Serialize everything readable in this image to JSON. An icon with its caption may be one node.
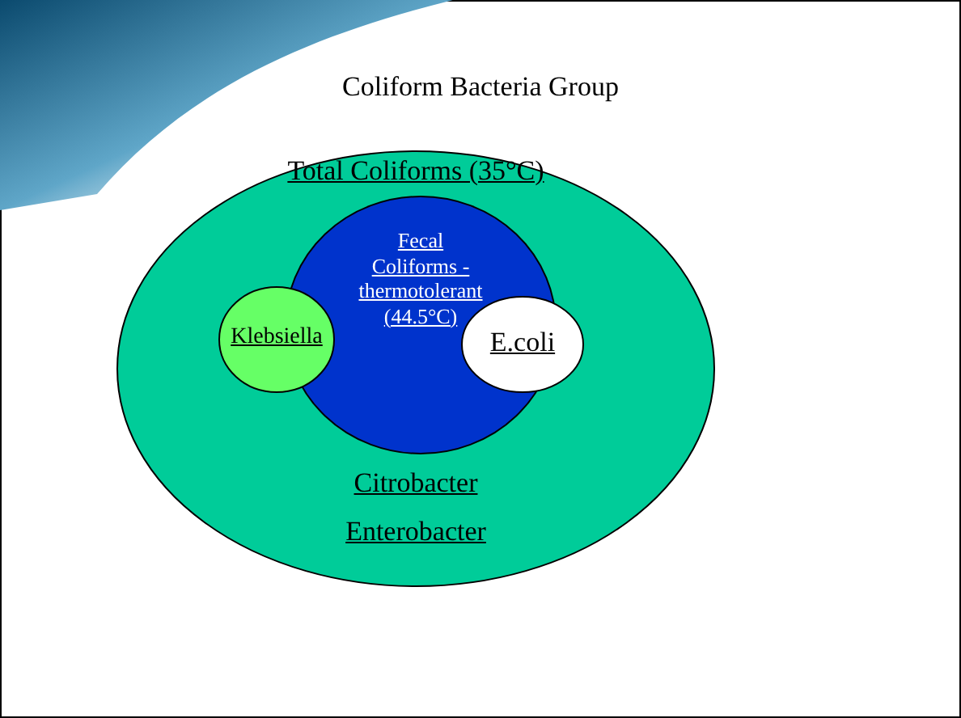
{
  "diagram": {
    "title": "Coliform Bacteria Group",
    "nodes": [
      {
        "text": [
          "Total Coliforms (35°C)",
          "Citrobacter",
          "Enterobacter"
        ]
      },
      {
        "text": [
          "Fecal Coliforms - thermotolerant (44.5°C)"
        ],
        "in": 0
      },
      {
        "text": [
          "Klebsiella"
        ],
        "in": 0
      },
      {
        "text": [
          "E.coli"
        ],
        "in": 0
      }
    ]
  }
}
